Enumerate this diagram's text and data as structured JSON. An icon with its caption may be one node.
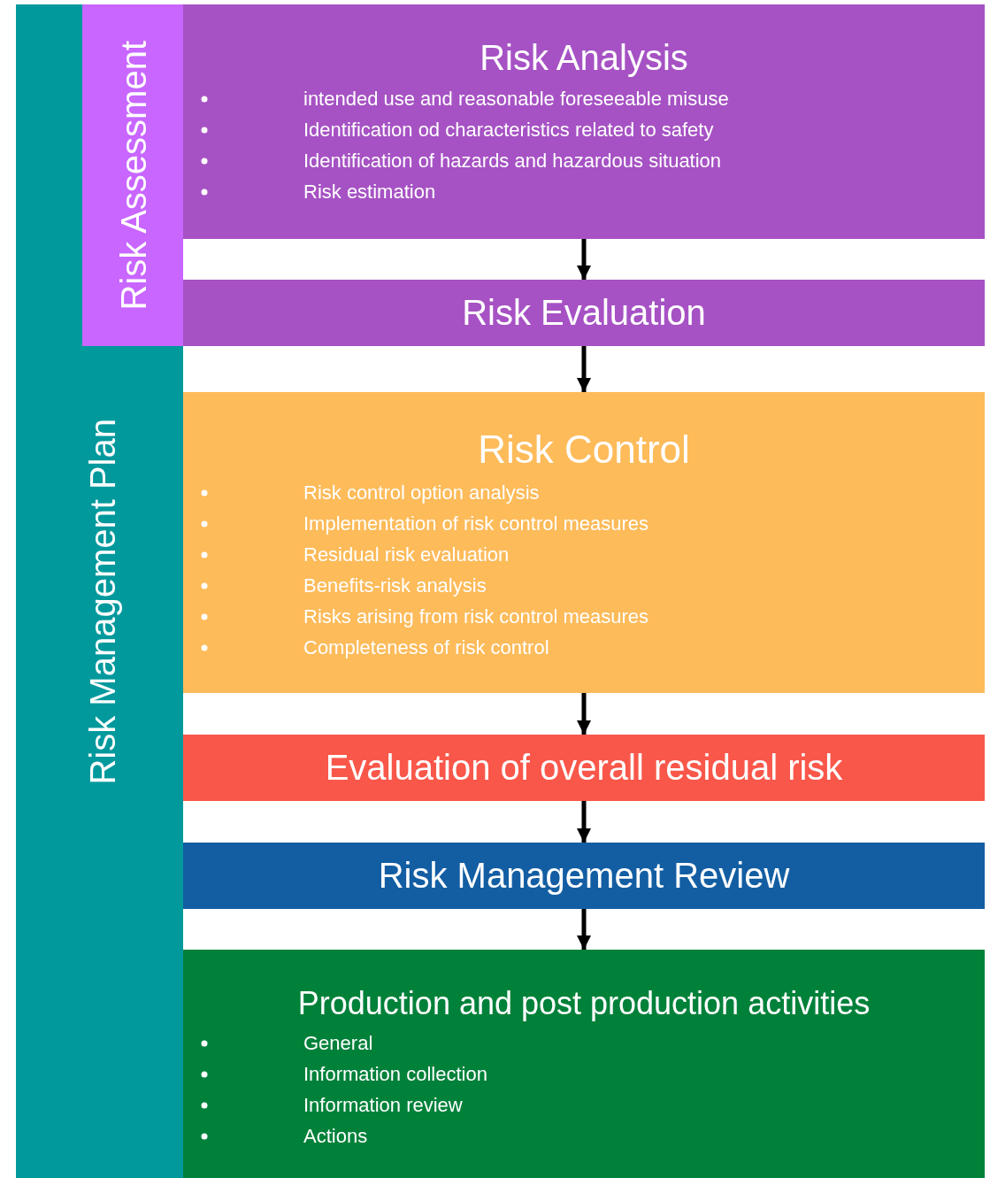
{
  "diagram": {
    "nodes": [
      {
        "text": [
          "Risk Management Plan"
        ]
      },
      {
        "text": [
          "Risk Assessment"
        ],
        "in": 0
      },
      {
        "text": [
          "Risk Analysis",
          "intended use and reasonable foreseeable misuse",
          "Identification od characteristics related to safety",
          "Identification of hazards and hazardous situation",
          "Risk estimation"
        ],
        "in": 1
      },
      {
        "text": [
          "Risk Evaluation"
        ],
        "in": 1
      },
      {
        "text": [
          "Risk Control",
          "Risk control option analysis",
          "Implementation of risk control measures",
          "Residual risk evaluation",
          "Benefits-risk analysis",
          "Risks arising from risk control measures",
          "Completeness of risk control"
        ],
        "in": 0
      },
      {
        "text": [
          "Evaluation of overall residual risk"
        ],
        "in": 0
      },
      {
        "text": [
          "Risk Management Review"
        ],
        "in": 0
      },
      {
        "text": [
          "Production and post production activities",
          "General",
          "Information collection",
          "Information review",
          "Actions"
        ],
        "in": 0
      }
    ],
    "edges": [
      {
        "from": 2,
        "to": 3,
        "arrow": "to"
      },
      {
        "from": 3,
        "to": 4,
        "arrow": "to"
      },
      {
        "from": 4,
        "to": 5,
        "arrow": "to"
      },
      {
        "from": 5,
        "to": 6,
        "arrow": "to"
      },
      {
        "from": 6,
        "to": 7,
        "arrow": "to"
      }
    ]
  }
}
